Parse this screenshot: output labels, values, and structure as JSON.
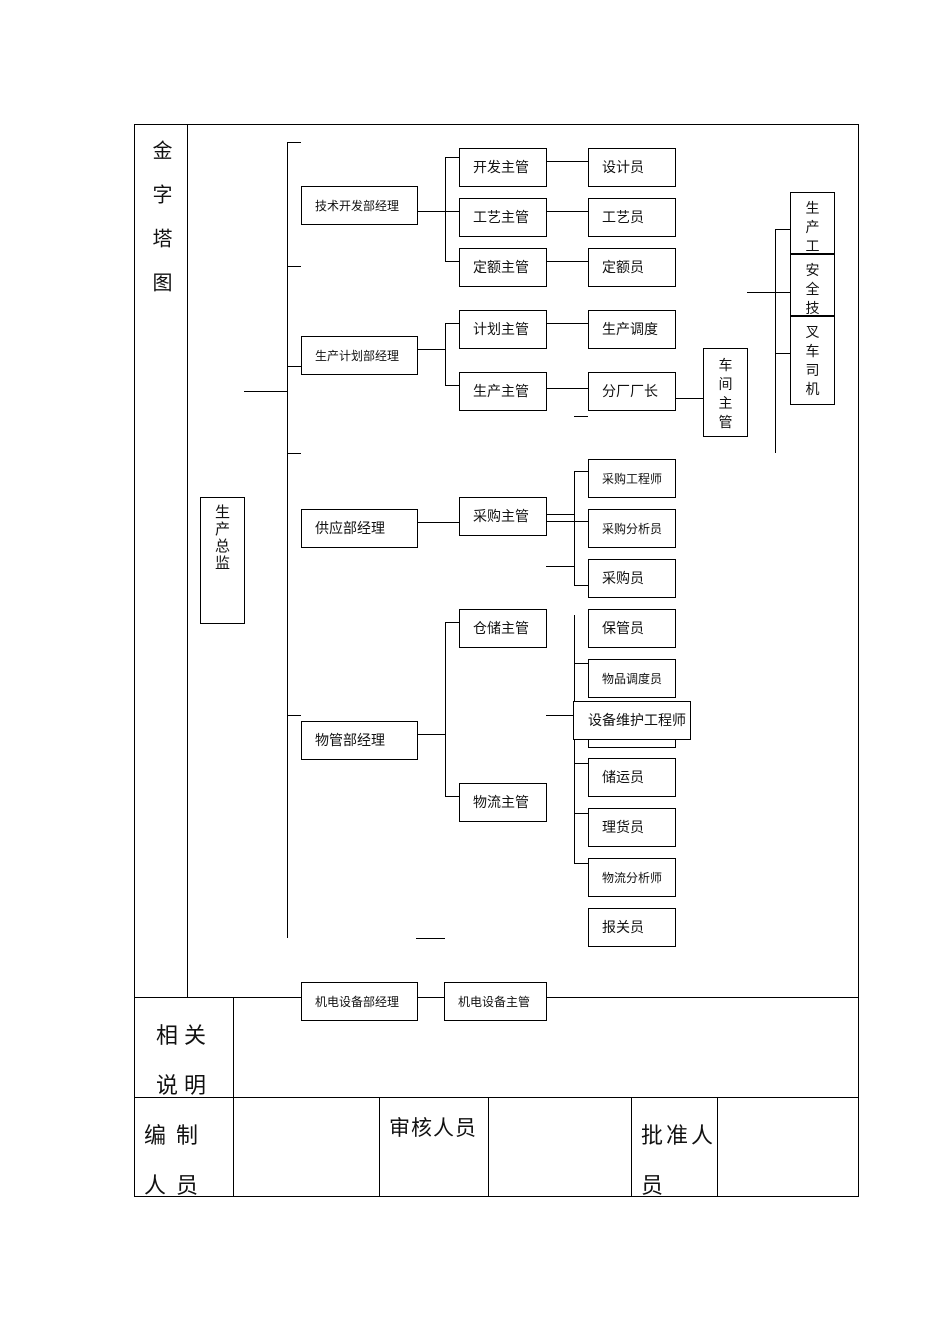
{
  "side_title": "金字塔图",
  "director": "生产总监",
  "managers": {
    "tech": "技术开发部经理",
    "plan": "生产计划部经理",
    "supply": "供应部经理",
    "material": "物管部经理",
    "electro": "机电设备部经理"
  },
  "supervisors": {
    "dev": "开发主管",
    "process": "工艺主管",
    "quota": "定额主管",
    "plan": "计划主管",
    "production": "生产主管",
    "purchase": "采购主管",
    "warehouse": "仓储主管",
    "logistics": "物流主管",
    "electro": "机电设备主管"
  },
  "staff": {
    "designer": "设计员",
    "technologist": "工艺员",
    "quota_clerk": "定额员",
    "scheduling": "生产调度",
    "branch_director": "分厂厂长",
    "purchase_engineer": "采购工程师",
    "purchase_analyst": "采购分析员",
    "purchaser": "采购员",
    "keeper": "保管员",
    "goods_dispatcher": "物品调度员",
    "maintenance_engineer": "设备维护工程师",
    "shipper": "储运员",
    "tallyman": "理货员",
    "logistics_analyst": "物流分析师",
    "customs": "报关员"
  },
  "workshop": "车间主管",
  "far_right": {
    "worker": "生产工",
    "safety": "安全技",
    "forklift": "叉车司机"
  },
  "footer": {
    "notes_label": "相关说明",
    "compiler_label": "编制人员",
    "reviewer_label": "审核人员",
    "approver_label": "批准人员"
  }
}
